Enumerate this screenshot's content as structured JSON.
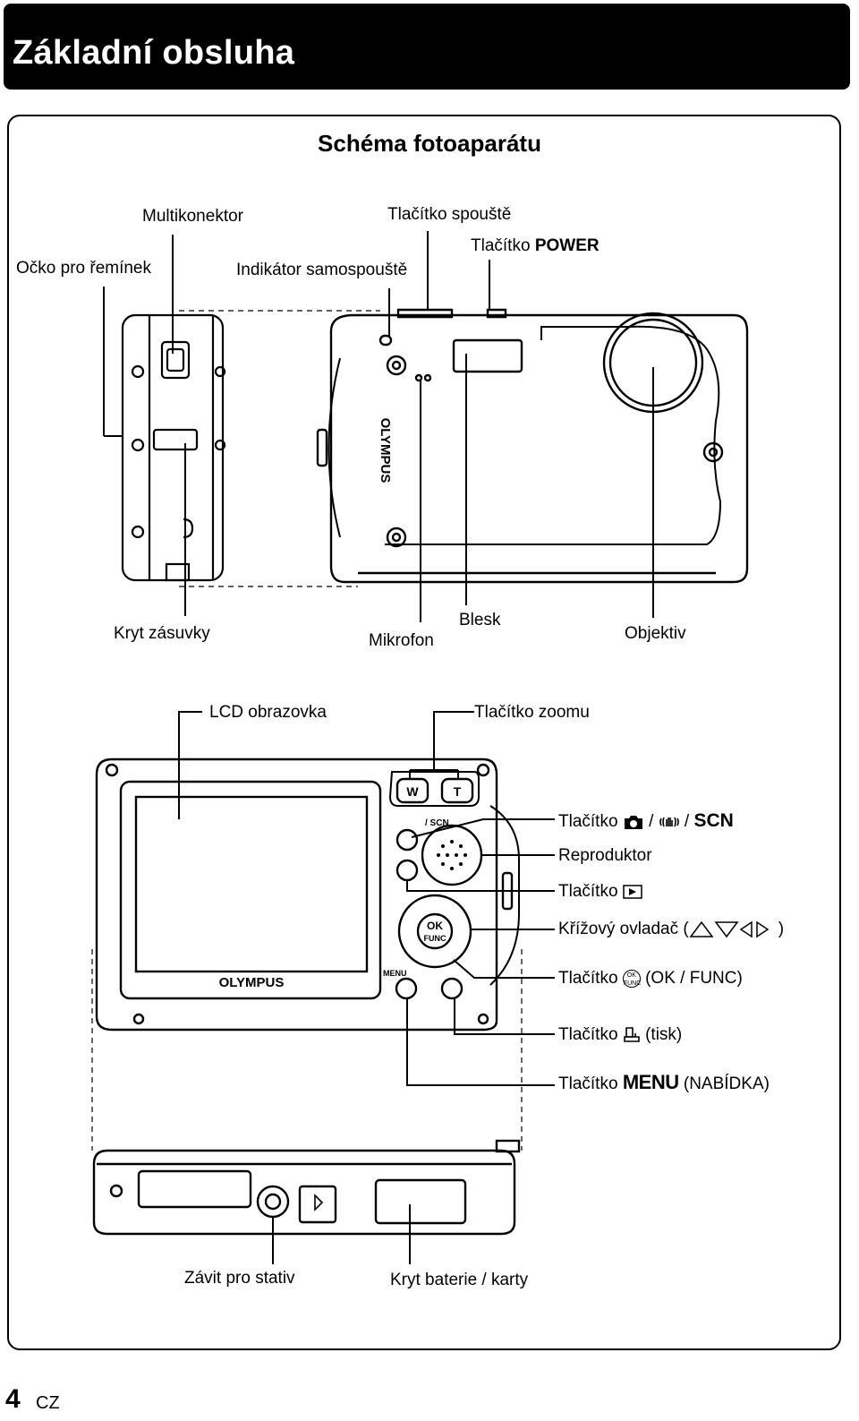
{
  "header": {
    "title": "Základní obsluha"
  },
  "section": {
    "title": "Schéma fotoaparátu"
  },
  "labels": {
    "multikonektor": "Multikonektor",
    "spoust": "Tlačítko spouště",
    "power_prefix": "Tlačítko",
    "power_word": "POWER",
    "ocko": "Očko pro řemínek",
    "indikator": "Indikátor samospouště",
    "kryt_zasuvky": "Kryt zásuvky",
    "mikrofon": "Mikrofon",
    "blesk": "Blesk",
    "objektiv": "Objektiv",
    "lcd": "LCD obrazovka",
    "zoom": "Tlačítko zoomu",
    "shooting_prefix": "Tlačítko",
    "shooting_scn": "SCN",
    "reproduktor": "Reproduktor",
    "play_prefix": "Tlačítko",
    "krizovy": "Křížový ovladač (",
    "krizovy_end": ")",
    "ok_prefix": "Tlačítko",
    "ok_suffix": "(OK / FUNC)",
    "print_prefix": "Tlačítko",
    "print_suffix": "(tisk)",
    "menu_prefix": "Tlačítko",
    "menu_word": "MENU",
    "menu_suffix": "(NABÍDKA)",
    "zavit": "Závit pro stativ",
    "kryt_baterie": "Kryt baterie / karty"
  },
  "camera": {
    "brand": "OLYMPUS",
    "zoom_w": "W",
    "zoom_t": "T",
    "scn_small": "/ SCN",
    "menu_small": "MENU",
    "ok_top": "OK",
    "ok_bottom": "FUNC"
  },
  "footer": {
    "page": "4",
    "lang": "CZ"
  }
}
